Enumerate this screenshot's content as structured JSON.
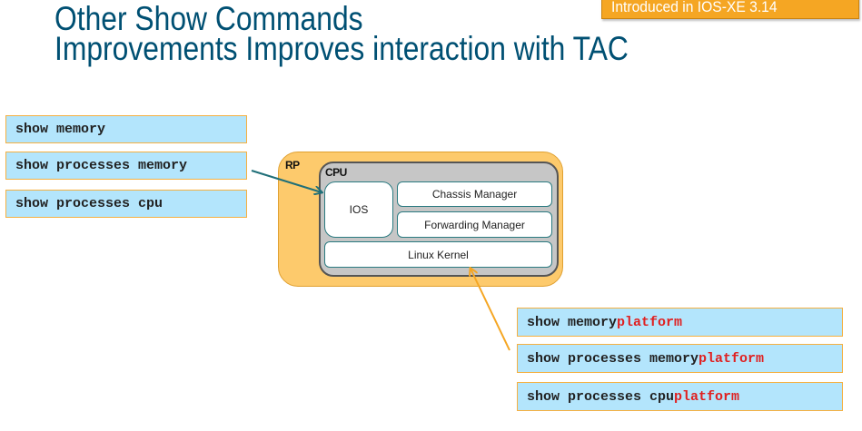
{
  "title": {
    "line1": "Other Show Commands",
    "line2": "Improvements Improves interaction with TAC"
  },
  "badge": {
    "text": "Introduced in IOS-XE 3.14"
  },
  "left_commands": [
    {
      "text": "show memory"
    },
    {
      "text": "show processes memory"
    },
    {
      "text": "show processes cpu"
    }
  ],
  "diagram": {
    "rp_label": "RP",
    "cpu_label": "CPU",
    "components": {
      "ios": "IOS",
      "chassis_manager": "Chassis Manager",
      "forwarding_manager": "Forwarding Manager",
      "linux_kernel": "Linux Kernel"
    }
  },
  "right_commands": [
    {
      "base": "show memory ",
      "keyword": "platform"
    },
    {
      "base": "show processes memory ",
      "keyword": "platform"
    },
    {
      "base": "show processes cpu ",
      "keyword": "platform"
    }
  ],
  "colors": {
    "title": "#005073",
    "badge": "#f5a623",
    "command_fill": "#b3e5fc",
    "command_border": "#f5b041",
    "keyword": "#e02020",
    "rp_fill": "#fdca6c",
    "cpu_fill": "#c6c6c6",
    "component_border": "#2a7a80",
    "arrow_ios": "#1f6f78",
    "arrow_platform": "#f5a623"
  }
}
